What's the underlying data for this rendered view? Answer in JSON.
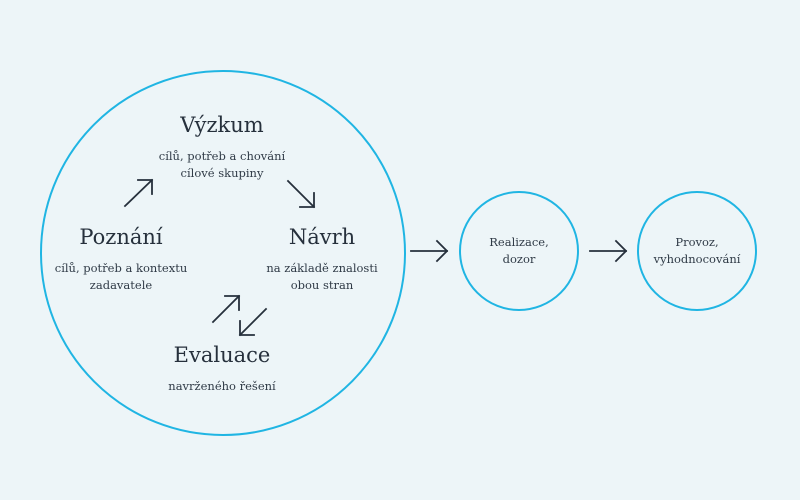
{
  "diagram": {
    "accent_color": "#20b5e3",
    "arrow_color": "#26303c",
    "cycle": {
      "nodes": [
        {
          "id": "vyzkum",
          "title": "Výzkum",
          "desc": "cílů, potřeb a chování\ncílové skupiny"
        },
        {
          "id": "navrh",
          "title": "Návrh",
          "desc": "na základě znalosti\nobou stran"
        },
        {
          "id": "evaluace",
          "title": "Evaluace",
          "desc": "navrženého řešení"
        },
        {
          "id": "poznani",
          "title": "Poznání",
          "desc": "cílů, potřeb a kontextu\nzadavatele"
        }
      ]
    },
    "stages": [
      {
        "id": "realizace",
        "label": "Realizace,\ndozor"
      },
      {
        "id": "provoz",
        "label": "Provoz,\nvyhodnocování"
      }
    ]
  }
}
